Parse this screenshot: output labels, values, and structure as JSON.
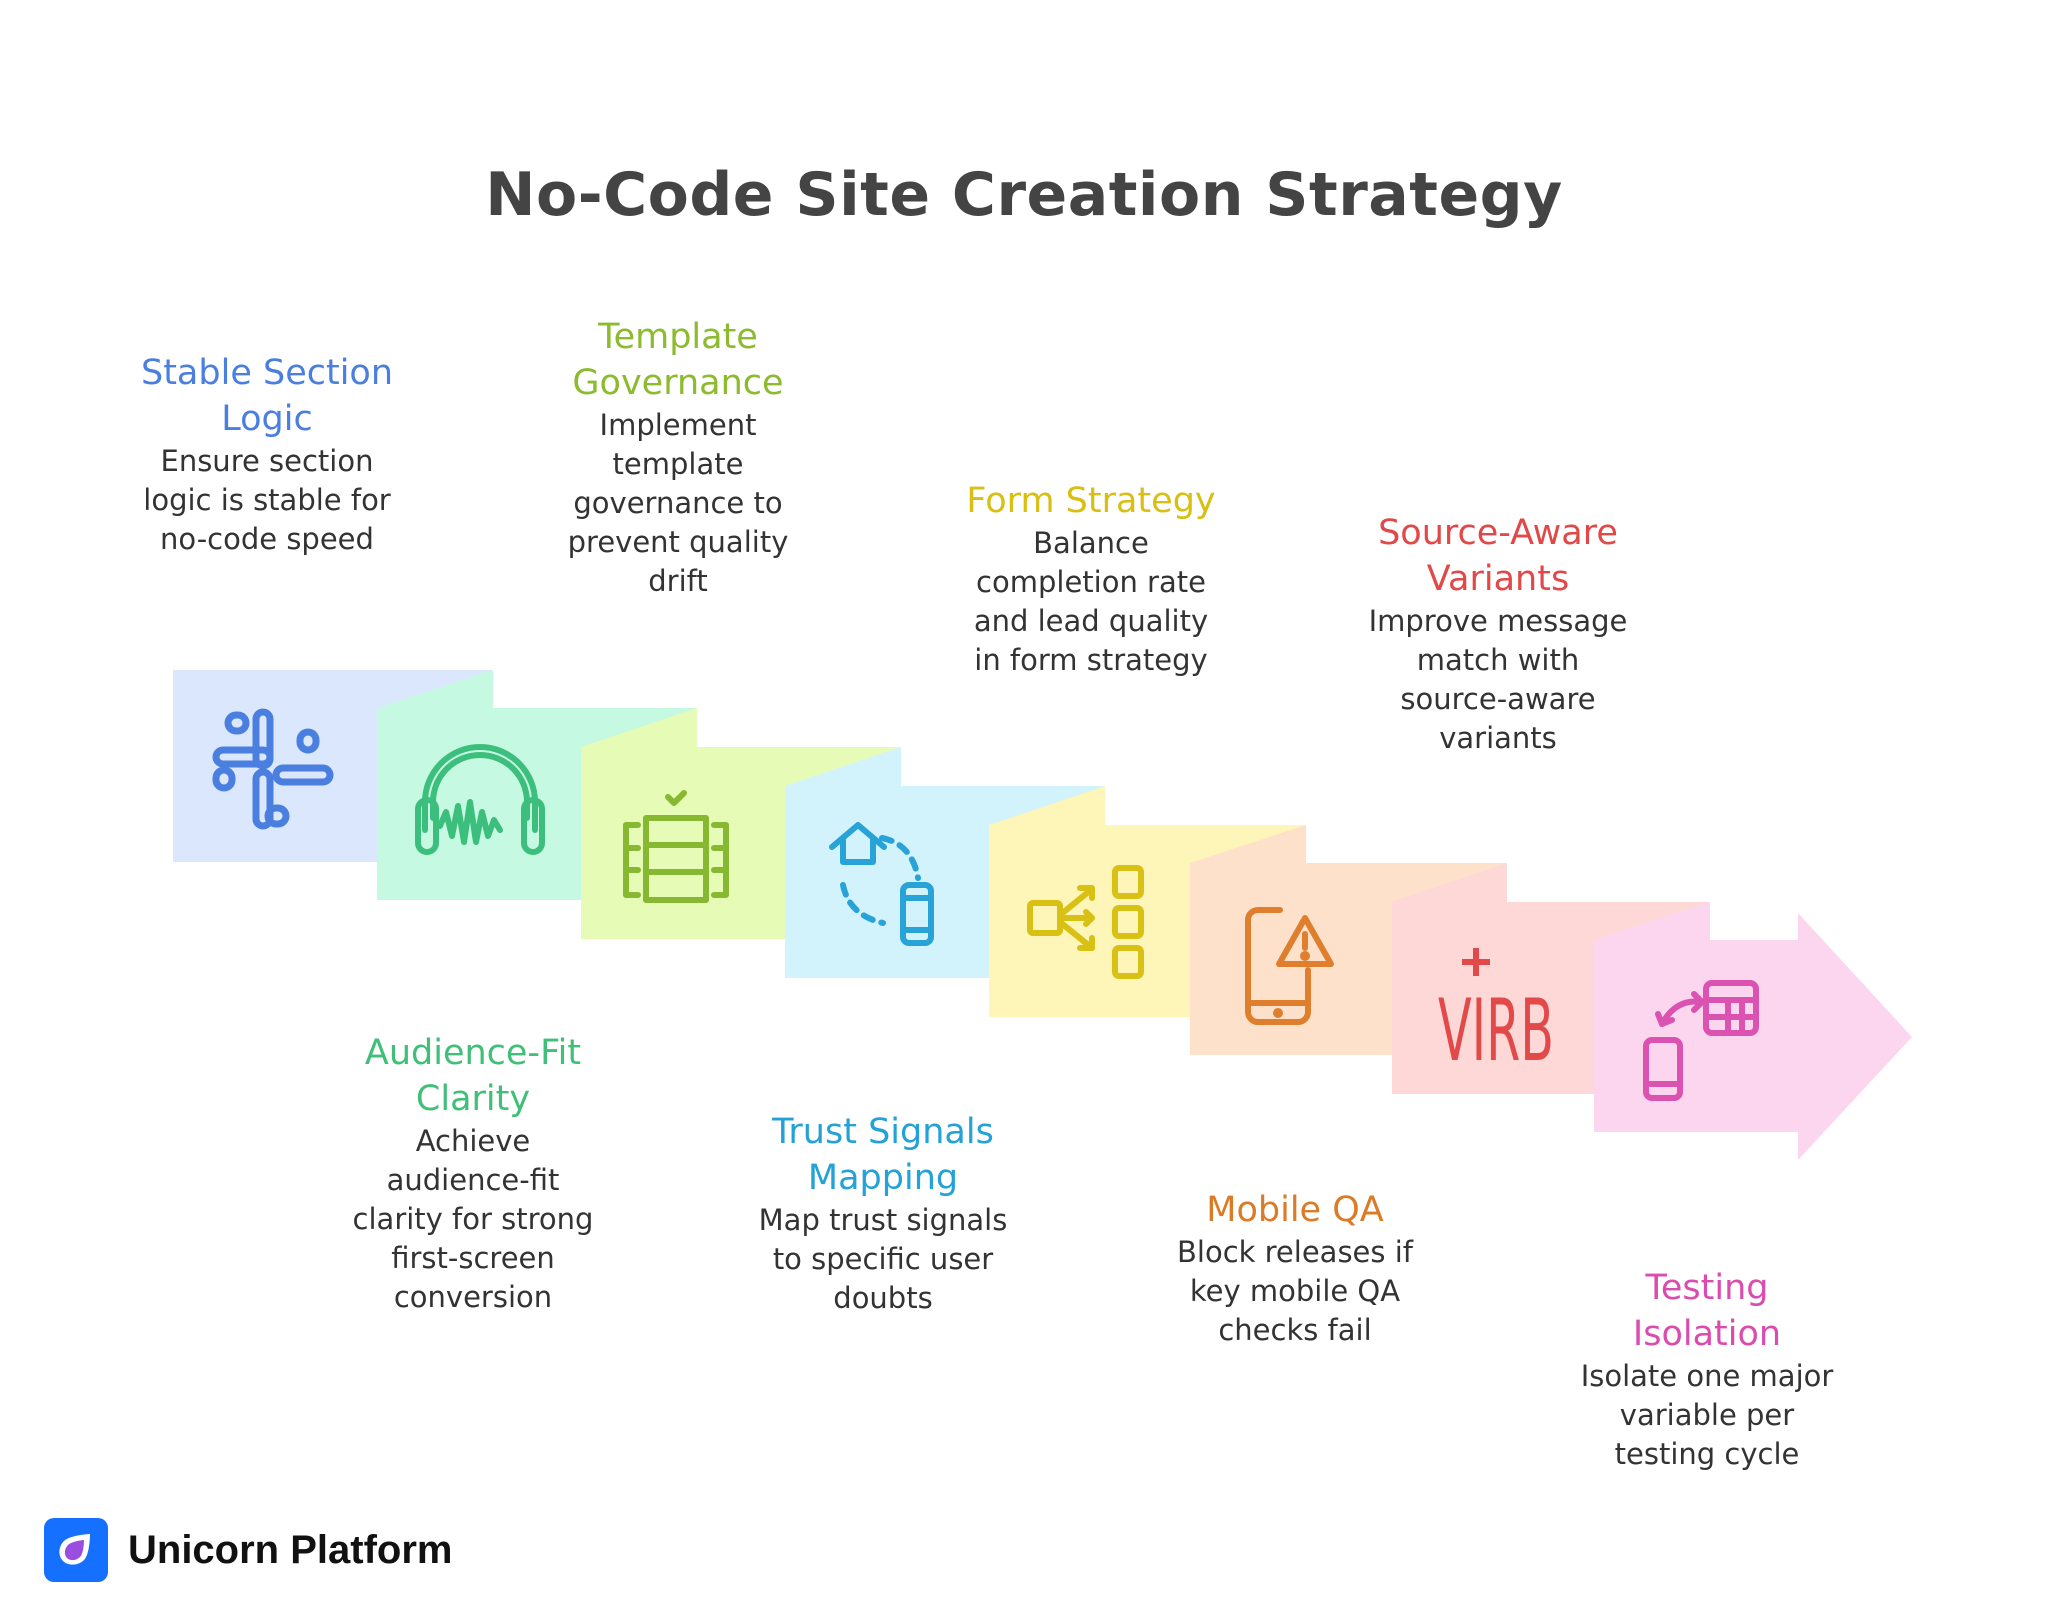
{
  "title": "No-Code Site Creation Strategy",
  "steps": [
    {
      "heading": "Stable Section\nLogic",
      "body": "Ensure section\nlogic is stable for\nno-code speed",
      "icon": "slack-hash-icon",
      "panel_color": "#dbe7fd",
      "accent": "#4a7fe0",
      "position": "top"
    },
    {
      "heading": "Audience-Fit\nClarity",
      "body": "Achieve\naudience-fit\nclarity for strong\nfirst-screen\nconversion",
      "icon": "headphones-waveform-icon",
      "panel_color": "#c6f9e2",
      "accent": "#3cbf7c",
      "position": "bottom"
    },
    {
      "heading": "Template\nGovernance",
      "body": "Implement\ntemplate\ngovernance to\nprevent quality\ndrift",
      "icon": "server-rack-check-icon",
      "panel_color": "#e6fbb6",
      "accent": "#86b832",
      "position": "top"
    },
    {
      "heading": "Trust Signals\nMapping",
      "body": "Map trust signals\nto specific user\ndoubts",
      "icon": "home-to-mobile-sync-icon",
      "panel_color": "#d2f2fc",
      "accent": "#27a3d8",
      "position": "bottom"
    },
    {
      "heading": "Form Strategy",
      "body": "Balance\ncompletion rate\nand lead quality\nin form strategy",
      "icon": "branching-flow-icon",
      "panel_color": "#fdf6b8",
      "accent": "#d8c014",
      "position": "top"
    },
    {
      "heading": "Mobile QA",
      "body": "Block releases if\nkey mobile QA\nchecks fail",
      "icon": "mobile-warning-icon",
      "panel_color": "#fde1cb",
      "accent": "#df7f2e",
      "position": "bottom"
    },
    {
      "heading": "Source-Aware\nVariants",
      "body": "Improve message\nmatch with\nsource-aware\nvariants",
      "icon": "virb-logo-icon",
      "panel_color": "#fdd8d6",
      "accent": "#e24a4a",
      "position": "top"
    },
    {
      "heading": "Testing\nIsolation",
      "body": "Isolate one major\nvariable per\ntesting cycle",
      "icon": "mobile-table-swap-icon",
      "panel_color": "#fcd6ef",
      "accent": "#db52b0",
      "position": "bottom"
    }
  ],
  "icon_text": {
    "virb": "VIRB"
  },
  "brand": {
    "name": "Unicorn Platform",
    "logo_color": "#1670ff",
    "logo_drop_color": "#9b4de0"
  }
}
